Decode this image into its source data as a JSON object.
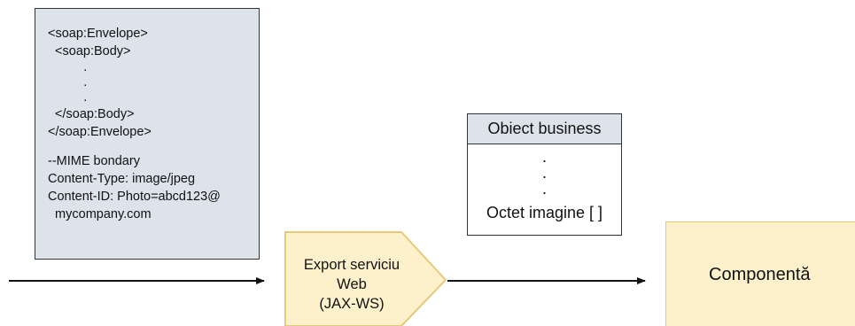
{
  "soap_message": {
    "lines": [
      "<soap:Envelope>",
      "  <soap:Body>",
      "          .",
      "          .",
      "          .",
      "  </soap:Body>",
      "</soap:Envelope>"
    ],
    "mime_lines": [
      "--MIME bondary",
      "Content-Type: image/jpeg",
      "Content-ID: Photo=abcd123@",
      "  mycompany.com"
    ]
  },
  "export": {
    "line1": "Export serviciu",
    "line2": "Web",
    "line3": "(JAX-WS)"
  },
  "business_object": {
    "title": "Obiect business",
    "dots": [
      ".",
      ".",
      "."
    ],
    "field": "Octet imagine [ ]"
  },
  "component": {
    "label": "Componentă"
  },
  "colors": {
    "soap_fill": "#dde3ea",
    "export_fill": "#fdf1cc",
    "export_stroke": "#e7c97c",
    "line": "#111111"
  }
}
